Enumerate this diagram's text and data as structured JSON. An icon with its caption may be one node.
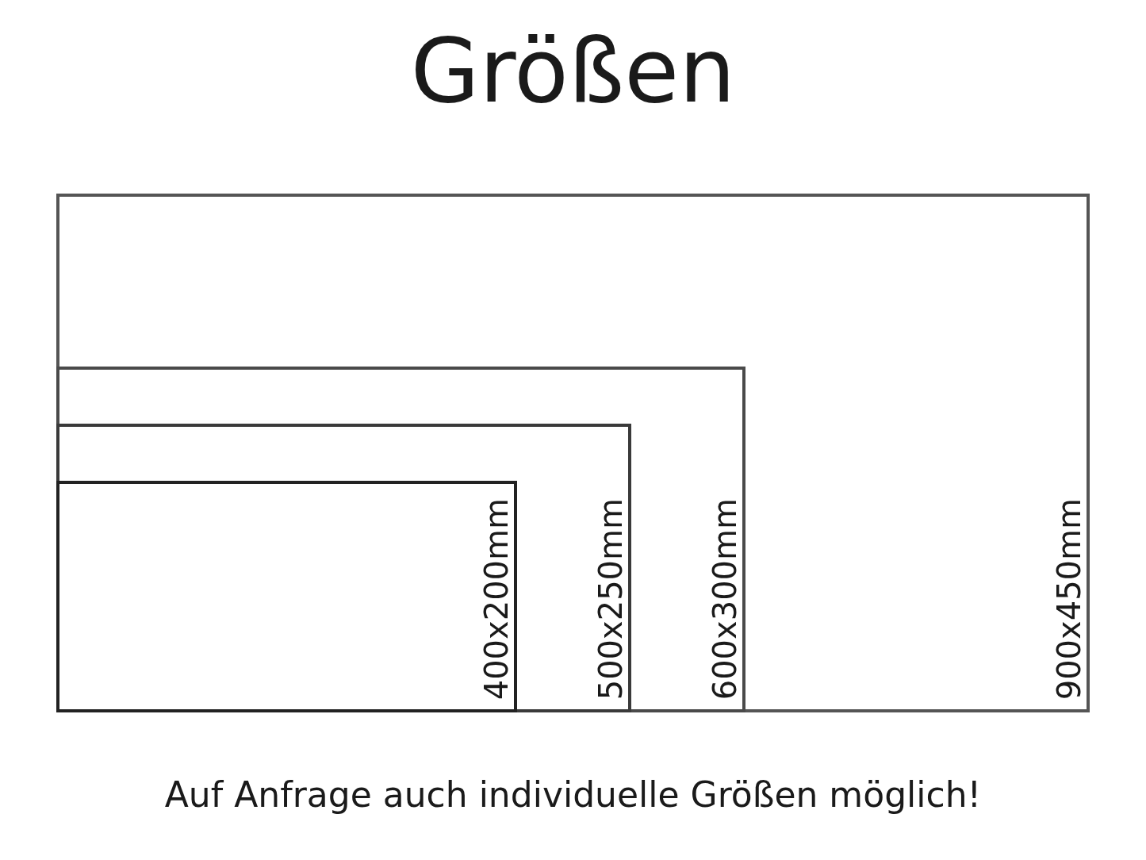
{
  "diagram": {
    "title": "Größen",
    "caption": "Auf Anfrage auch individuelle Größen möglich!",
    "nodes": [
      {
        "text": [
          "900x450mm"
        ]
      },
      {
        "text": [
          "600x300mm"
        ],
        "in": 0
      },
      {
        "text": [
          "500x250mm"
        ],
        "in": 1
      },
      {
        "text": [
          "400x200mm"
        ],
        "in": 2
      }
    ]
  }
}
